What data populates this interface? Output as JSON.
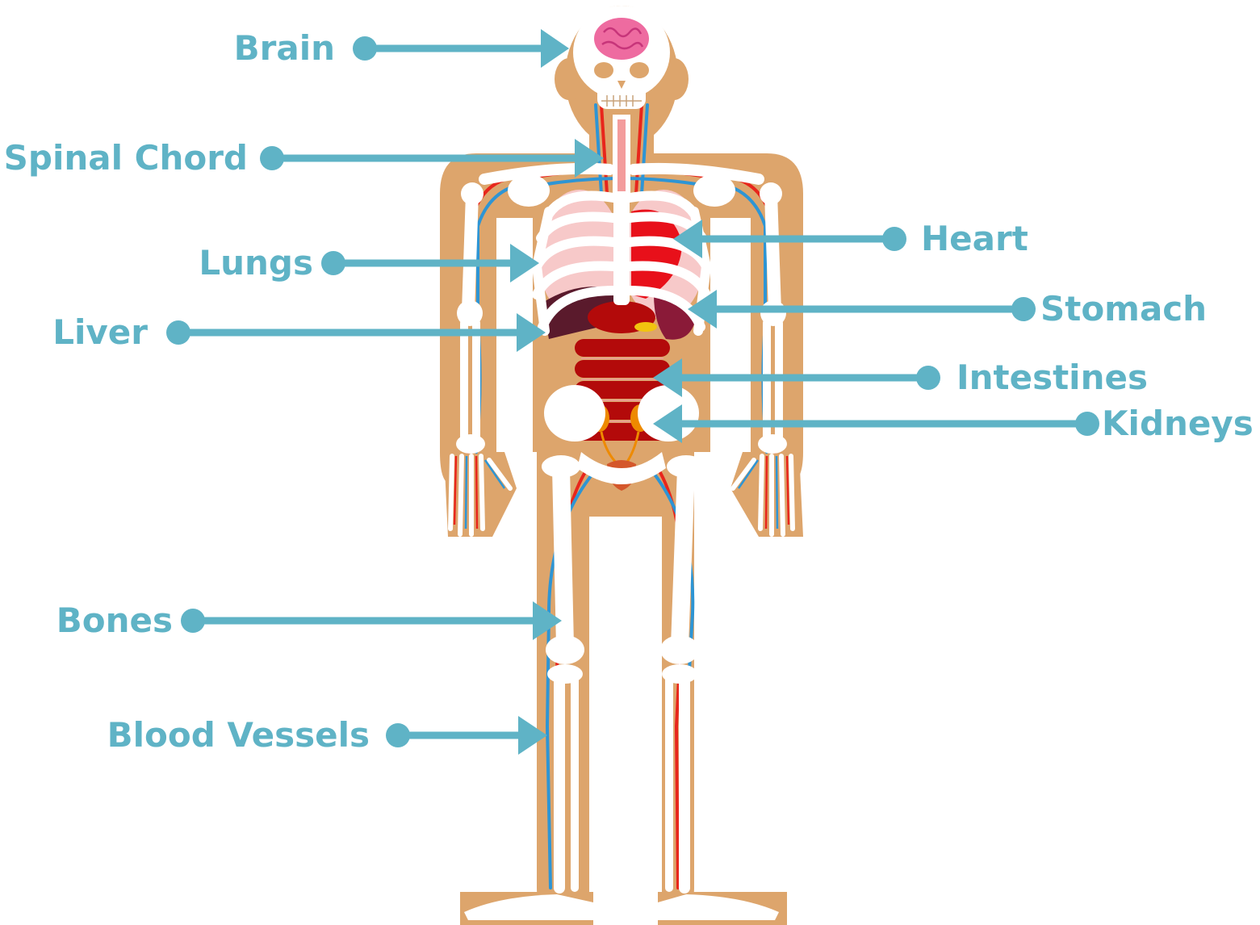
{
  "colors": {
    "label": "#5FB3C6",
    "skin": "#DDA56C",
    "bone": "#FFFFFF",
    "artery": "#E8261C",
    "vein": "#2E95D4",
    "brain": "#EE6BA0",
    "heart": "#E8101A",
    "lung": "#F7C9C9",
    "liver": "#5A1A2C",
    "stomach": "#8A1A38",
    "intestine": "#B30A0A",
    "kidney": "#EE8A00",
    "bladder": "#D4572B"
  },
  "labels": {
    "brain": "Brain",
    "spinal_chord": "Spinal Chord",
    "lungs": "Lungs",
    "liver": "Liver",
    "heart": "Heart",
    "stomach": "Stomach",
    "intestines": "Intestines",
    "kidneys": "Kidneys",
    "bones": "Bones",
    "blood_vessels": "Blood Vessels"
  }
}
